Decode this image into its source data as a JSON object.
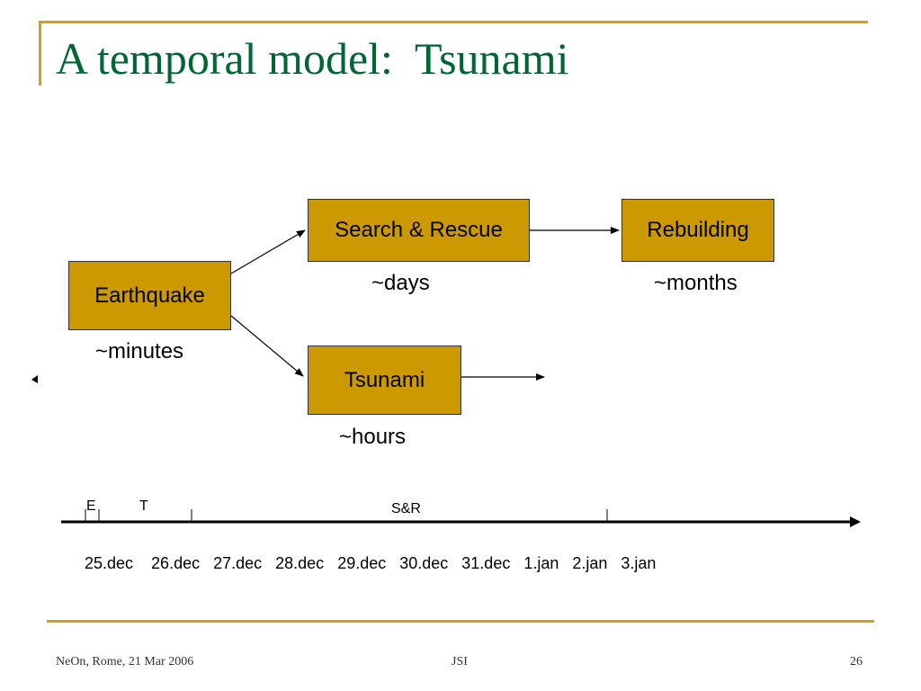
{
  "slide": {
    "title": "A temporal model:  Tsunami"
  },
  "diagram": {
    "nodes": {
      "earthquake": "Earthquake",
      "search_rescue": "Search & Rescue",
      "rebuilding": "Rebuilding",
      "tsunami": "Tsunami"
    },
    "durations": {
      "earthquake": "~minutes",
      "search_rescue": "~days",
      "rebuilding": "~months",
      "tsunami": "~hours"
    }
  },
  "timeline": {
    "markers": {
      "e": "E",
      "t": "T",
      "sr": "S&R"
    },
    "dates": "25.dec    26.dec   27.dec   28.dec   29.dec   30.dec   31.dec   1.jan   2.jan   3.jan"
  },
  "footer": {
    "left": "NeOn, Rome, 21 Mar 2006",
    "center": "JSI",
    "right": "26"
  },
  "colors": {
    "title": "#006633",
    "box_fill": "#CC9900",
    "accent_rule": "#D4A017"
  }
}
